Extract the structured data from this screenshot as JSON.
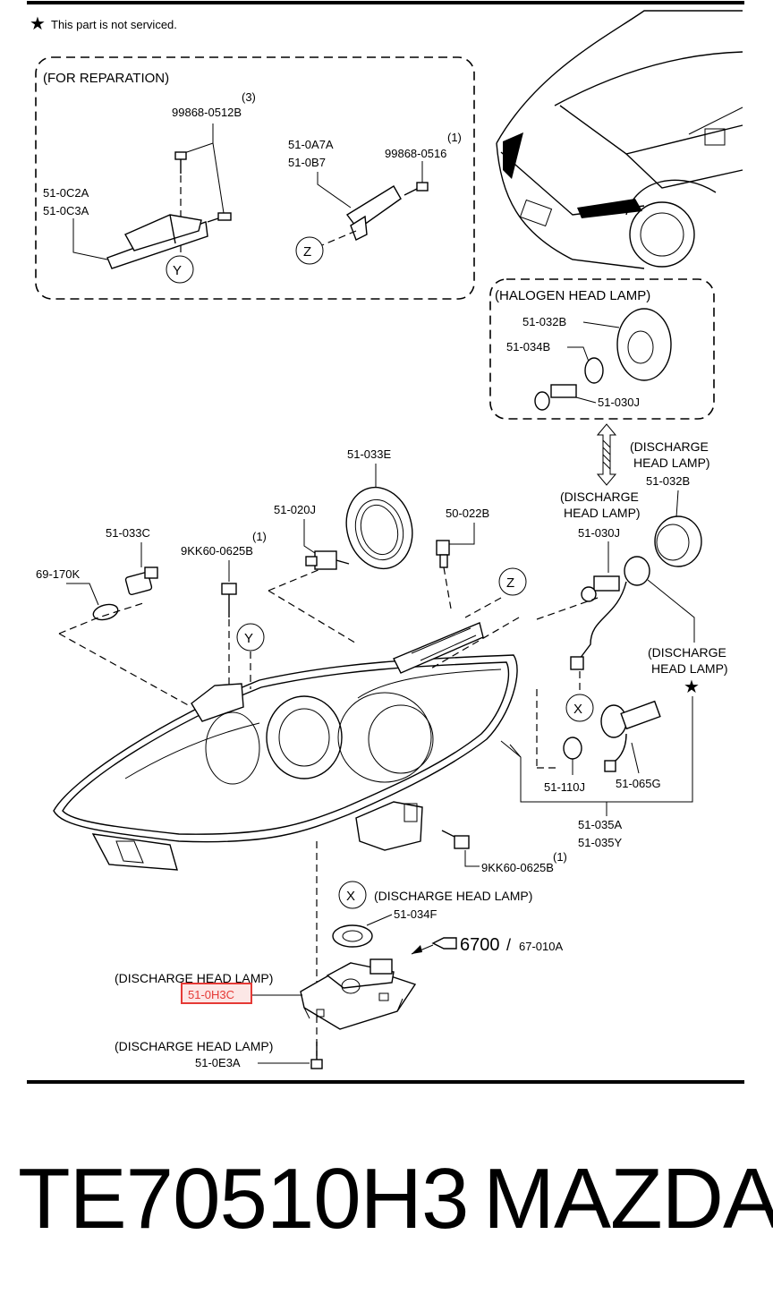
{
  "header": {
    "note_star": "★",
    "note_text": "This part is not serviced."
  },
  "reparation_box": {
    "title": "(FOR REPARATION)",
    "bolt_a": {
      "qty": "(3)",
      "code": "99868-0512B"
    },
    "bolt_b": {
      "qty": "(1)",
      "code": "99868-0516"
    },
    "bracket_left": [
      "51-0C2A",
      "51-0C3A"
    ],
    "bracket_right": [
      "51-0A7A",
      "51-0B7"
    ],
    "ref_y": "Y",
    "ref_z": "Z"
  },
  "halogen_box": {
    "title": "(HALOGEN HEAD LAMP)",
    "cap": "51-032B",
    "socket": "51-034B",
    "bulb": "51-030J"
  },
  "discharge_right": {
    "cap_note": [
      "(DISCHARGE",
      "HEAD LAMP)"
    ],
    "cap_code": "51-032B",
    "bulb_note": [
      "(DISCHARGE",
      "HEAD LAMP)"
    ],
    "bulb_code": "51-030J",
    "harness_note": [
      "(DISCHARGE",
      "HEAD LAMP)"
    ],
    "harness_star": "★",
    "ref_x": "X",
    "side_bulb": "51-110J",
    "side_socket": "51-065G"
  },
  "main": {
    "cover": "51-033E",
    "bulb_front": "51-020J",
    "adjuster": "50-022B",
    "socket_side": "51-033C",
    "bulb_small": "69-170K",
    "bolt_top": {
      "qty": "(1)",
      "code": "9KK60-0625B"
    },
    "bolt_bottom": {
      "qty": "(1)",
      "code": "9KK60-0625B"
    },
    "ref_y": "Y",
    "ref_z": "Z",
    "assembly": [
      "51-035A",
      "51-035Y"
    ]
  },
  "ballast": {
    "ref_x": "X",
    "seal_note": "(DISCHARGE HEAD LAMP)",
    "seal_code": "51-034F",
    "link_code": "6700",
    "link_sep": "/",
    "link_sub": "67-010A",
    "unit_note": "(DISCHARGE HEAD LAMP)",
    "unit_code": "51-0H3C",
    "screw_note": "(DISCHARGE HEAD LAMP)",
    "screw_code": "51-0E3A"
  },
  "footer": {
    "part_number": "TE70510H3",
    "brand": "MAZDA"
  },
  "colors": {
    "highlight": "#e53935",
    "ink": "#000000",
    "background": "#ffffff"
  }
}
